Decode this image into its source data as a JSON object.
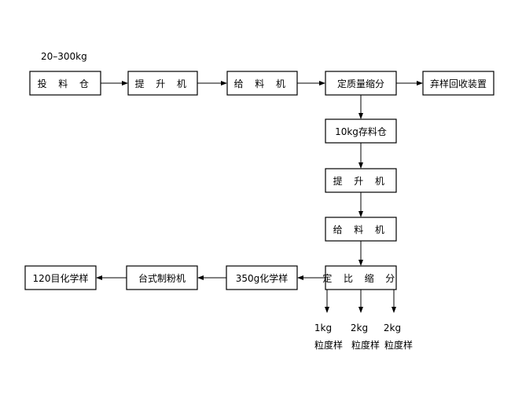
{
  "diagram": {
    "input_mass": "20–300kg",
    "row1": {
      "feed_bin": "投 料 仓",
      "elevator": "提 升 机",
      "feeder": "给 料 机",
      "mass_divider": "定质量缩分",
      "reject_recovery": "弃样回收装置"
    },
    "column": {
      "storage_bin": "10kg存料仓",
      "elevator": "提 升 机",
      "feeder": "给 料 机"
    },
    "row2": {
      "ratio_divider": "定 比 缩 分",
      "chem_sample_350": "350g化学样",
      "pulverizer": "台式制粉机",
      "chem_sample_120": "120目化学样"
    },
    "outputs": [
      {
        "mass": "1kg",
        "label": "粒度样"
      },
      {
        "mass": "2kg",
        "label": "粒度样"
      },
      {
        "mass": "2kg",
        "label": "粒度样"
      }
    ]
  }
}
